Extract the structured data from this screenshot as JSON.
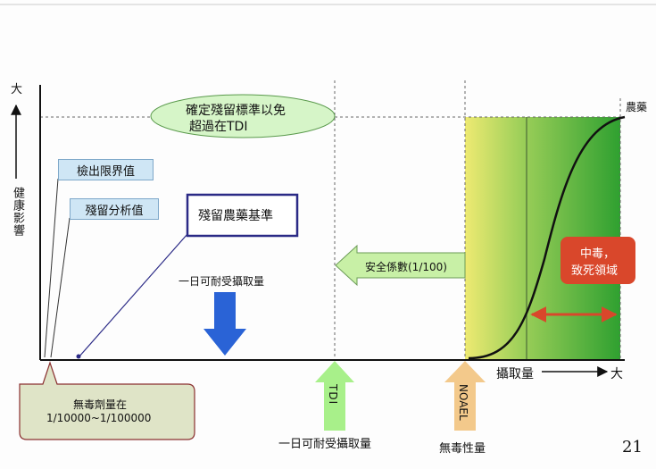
{
  "axes": {
    "y_top_label": "大",
    "y_label": "健康影響",
    "x_label": "攝取量",
    "x_right_label": "大",
    "curve_label": "農藥"
  },
  "callouts": {
    "ellipse_line1": "確定殘留標準以免",
    "ellipse_line2": "超過在TDI",
    "detection_limit": "檢出限界值",
    "residue_analysis": "殘留分析值",
    "residue_standard": "殘留農藥基準",
    "adi_top": "一日可耐受攝取量",
    "safety_factor": "安全係數(1/100)",
    "toxic_line1": "中毒，",
    "toxic_line2": "致死領域",
    "no_toxic_line1": "無毒劑量在",
    "no_toxic_line2": "1/10000~1/100000"
  },
  "markers": {
    "tdi": "TDI",
    "tdi_caption": "一日可耐受攝取量",
    "noael": "NOAEL",
    "noael_caption": "無毒性量"
  },
  "page_number": "21",
  "colors": {
    "blue_arrow": "#2a63d6",
    "ellipse_fill": "#d6f5c8",
    "toxic_red": "#d9472b",
    "tdi_arrow": "#a8f08a",
    "noael_arrow": "#f3c98b",
    "callout_fill": "#dfe4c7",
    "standard_box": "#2b2a86"
  }
}
